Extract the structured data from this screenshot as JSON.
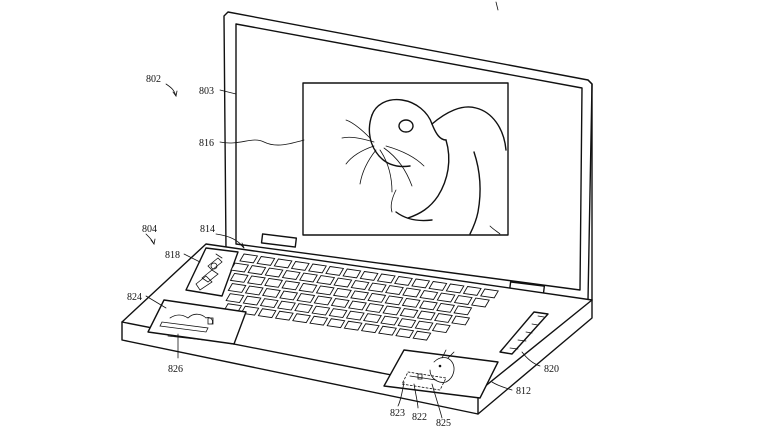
{
  "figure": {
    "reference_numerals": {
      "device": "802",
      "display": "803",
      "base": "804",
      "image": "816",
      "strip": "814",
      "strip_content": "818",
      "left_trackpad": "824",
      "left_trackpad_content": "826",
      "right_trackpad": "812",
      "side_strip": "820",
      "right_content_a": "823",
      "right_content_b": "822",
      "right_content_c": "825"
    }
  }
}
